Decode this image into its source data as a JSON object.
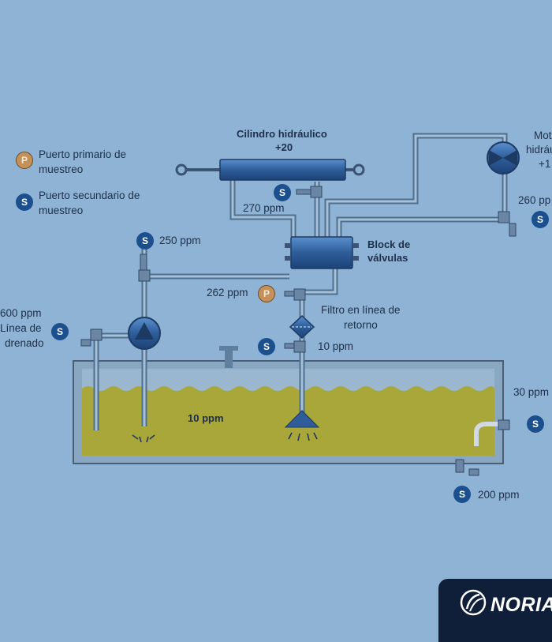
{
  "legend": {
    "primary_port_symbol": "P",
    "primary_port_label_1": "Puerto primario de",
    "primary_port_label_2": "muestreo",
    "secondary_port_symbol": "S",
    "secondary_port_label_1": "Puerto secundario de",
    "secondary_port_label_2": "muestreo"
  },
  "components": {
    "cylinder_title_1": "Cilindro hidráulico",
    "cylinder_title_2": "+20",
    "motor_title_1": "Mot",
    "motor_title_2": "hidráu",
    "motor_title_3": "+1",
    "valve_block_1": "Block de",
    "valve_block_2": "válvulas",
    "filter_1": "Filtro en línea de",
    "filter_2": "retorno",
    "drain_1": "600 ppm",
    "drain_2": "Línea de",
    "drain_3": "drenado",
    "tank_reading": "10 ppm"
  },
  "readings": {
    "cylinder": "270 ppm",
    "motor": "260 pp",
    "pump": "250 ppm",
    "primary": "262 ppm",
    "filter": "10 ppm",
    "tank_side": "30 ppm",
    "tank_bottom": "200 ppm"
  },
  "colors": {
    "background": "#8fb3d4",
    "pipe": "#5f7f9e",
    "fluid": "#a9a63a",
    "tank_border": "#4a5e78",
    "component": "#2e5d99",
    "secondary_badge": "#1b4f8e",
    "primary_badge": "#c49159",
    "logo_bg": "#0f1f3a"
  },
  "logo": {
    "text": "NORIA"
  }
}
